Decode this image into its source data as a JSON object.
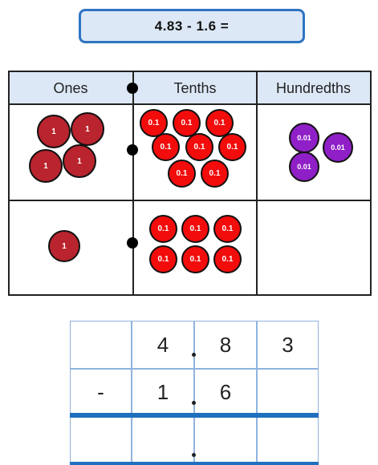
{
  "equation": "4.83  -  1.6  =",
  "headers": {
    "ones": "Ones",
    "tenths": "Tenths",
    "hundredths": "Hundredths"
  },
  "counters": {
    "one": "1",
    "tenth": "0.1",
    "hundredth": "0.01"
  },
  "minuend_counters": {
    "ones": 4,
    "tenths": 8,
    "hundredths": 3
  },
  "subtrahend_counters": {
    "ones": 1,
    "tenths": 6,
    "hundredths": 0
  },
  "grid": {
    "row1": [
      "",
      "4",
      "8",
      "3"
    ],
    "row2": [
      "-",
      "1",
      "6",
      ""
    ],
    "row3": [
      "",
      "",
      "",
      ""
    ]
  },
  "colors": {
    "one_counter": "#b9242e",
    "tenth_counter": "#f20c0c",
    "hundredth_counter": "#8f1fc6",
    "header_bg": "#dce8f6",
    "accent_blue": "#2f74c2"
  }
}
